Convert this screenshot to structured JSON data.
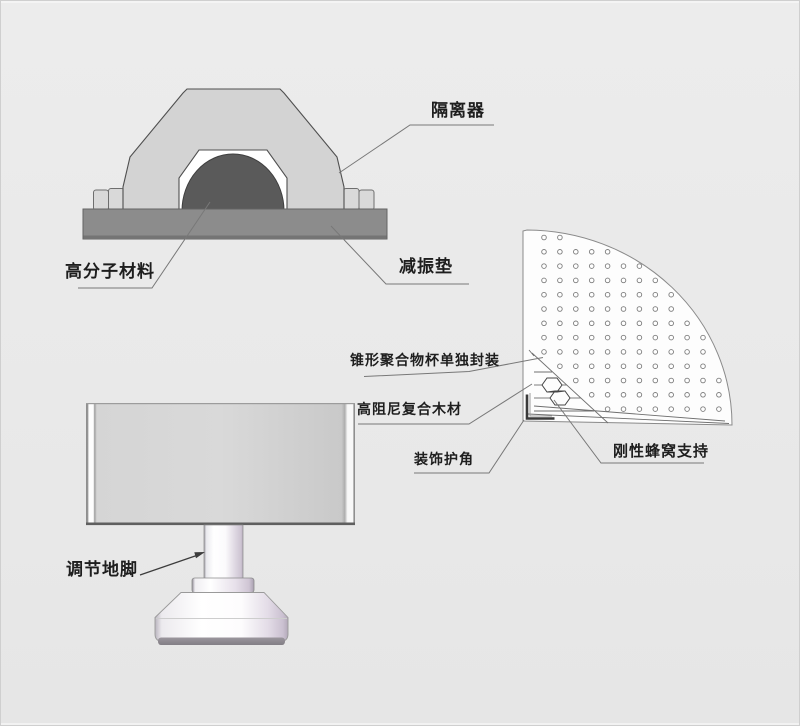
{
  "figure": {
    "type": "technical-diagram",
    "subject": "vibration isolation platform cutaway details"
  },
  "labels": {
    "isolator": "隔离器",
    "polymer_material": "高分子材料",
    "damping_pad": "减振垫",
    "conical_polymer_cup": "锥形聚合物杯单独封装",
    "high_damping_composite_wood": "高阻尼复合木材",
    "decorative_corner_guard": "装饰护角",
    "rigid_honeycomb_support": "刚性蜂窝支持",
    "adjustable_foot": "调节地脚"
  },
  "colors": {
    "background": "#e9e9e9",
    "isolator_body": "#d3d3d3",
    "polymer_dome": "#5a5a5a",
    "damping_pad": "#8c8c8c",
    "damping_pad_edge": "#747474",
    "side_tab": "#d9d9d9",
    "panel_fill": "#d6d6d6",
    "fan_fill": "#fdfdfd",
    "line": "#6e6e6e",
    "leader": "#787878",
    "text": "#1e1e1e"
  }
}
